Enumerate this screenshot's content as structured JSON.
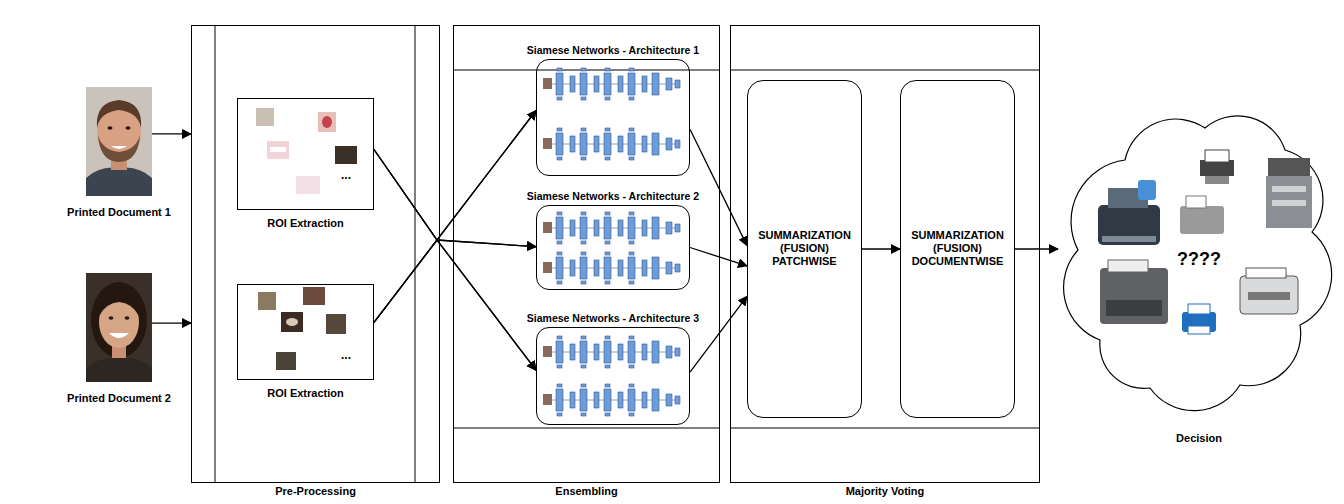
{
  "diagram": {
    "nodes": [
      {
        "text": [
          "Printed Document 1"
        ]
      },
      {
        "text": [
          "Printed Document 2"
        ]
      },
      {
        "text": [
          "Pre-Processing"
        ]
      },
      {
        "text": [
          "ROI Extraction"
        ],
        "in": 2
      },
      {
        "text": [
          "ROI Extraction"
        ],
        "in": 2
      },
      {
        "text": [
          "Ensembling"
        ]
      },
      {
        "text": [
          "Siamese Networks - Architecture 1"
        ],
        "in": 5
      },
      {
        "text": [
          "Siamese Networks - Architecture 2"
        ],
        "in": 5
      },
      {
        "text": [
          "Siamese Networks - Architecture 3"
        ],
        "in": 5
      },
      {
        "text": [
          "Majority Voting"
        ]
      },
      {
        "text": [
          "SUMMARIZATION (FUSION) PATCHWISE"
        ],
        "in": 9
      },
      {
        "text": [
          "SUMMARIZATION (FUSION) DOCUMENTWISE"
        ],
        "in": 9
      },
      {
        "text": [
          "????",
          "Decision"
        ]
      }
    ],
    "edges": [
      {
        "from": 0,
        "to": 2,
        "arrow": "to"
      },
      {
        "from": 1,
        "to": 2,
        "arrow": "to"
      },
      {
        "from": 3,
        "to": 6,
        "arrow": "to"
      },
      {
        "from": 3,
        "to": 7,
        "arrow": "to"
      },
      {
        "from": 3,
        "to": 8,
        "arrow": "to"
      },
      {
        "from": 4,
        "to": 6,
        "arrow": "to"
      },
      {
        "from": 4,
        "to": 7,
        "arrow": "to"
      },
      {
        "from": 4,
        "to": 8,
        "arrow": "to"
      },
      {
        "from": 6,
        "to": 10,
        "arrow": "to"
      },
      {
        "from": 7,
        "to": 10,
        "arrow": "to"
      },
      {
        "from": 8,
        "to": 10,
        "arrow": "to"
      },
      {
        "from": 10,
        "to": 11,
        "arrow": "to"
      },
      {
        "from": 11,
        "to": 12,
        "arrow": "to"
      }
    ],
    "labels": [
      "...",
      "..."
    ]
  }
}
